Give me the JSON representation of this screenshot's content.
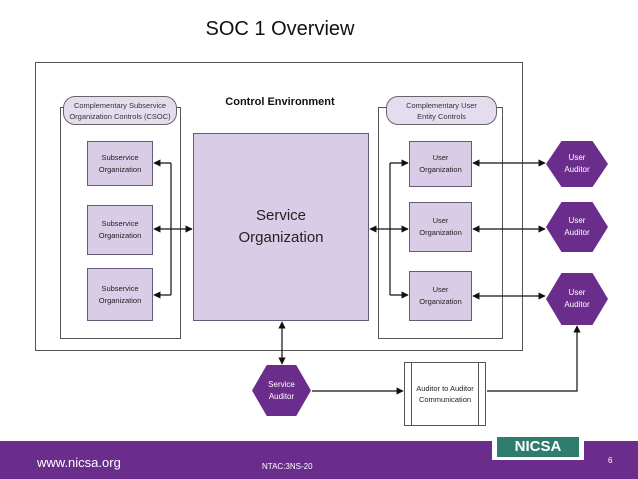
{
  "title": "SOC 1 Overview",
  "control_environment_label": "Control Environment",
  "csoc_label": "Complementary Subservice Organization Controls (CSOC)",
  "cuec_label": "Complementary User Entity Controls",
  "subservice_orgs": [
    "Subservice Organization",
    "Subservice Organization",
    "Subservice Organization"
  ],
  "service_org_label": "Service Organization",
  "user_orgs": [
    "User Organization",
    "User Organization",
    "User Organization"
  ],
  "user_auditors": [
    "User Auditor",
    "User Auditor",
    "User Auditor"
  ],
  "service_auditor_label": "Service Auditor",
  "auditor_comm_label": "Auditor to Auditor Communication",
  "footer": {
    "url": "www.nicsa.org",
    "code": "NTAC:3NS-20",
    "logo": "NICSA",
    "page": "6"
  },
  "colors": {
    "purple_dark": "#6b2d8c",
    "lavender": "#d9cce6",
    "logo_teal": "#2f7d6f"
  }
}
